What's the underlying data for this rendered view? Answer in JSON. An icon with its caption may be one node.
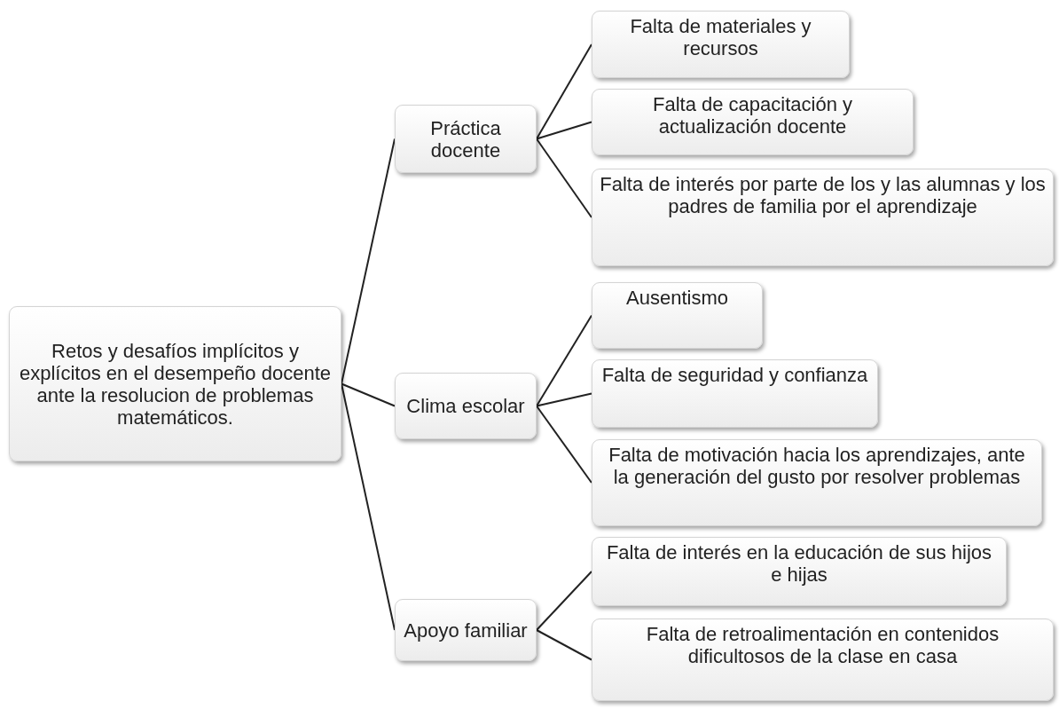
{
  "diagram": {
    "nodes": [
      {
        "text": [
          "Retos y desafíos implícitos y explícitos en el desempeño docente ante la resolucion de problemas matemáticos."
        ]
      },
      {
        "text": [
          "Práctica docente"
        ]
      },
      {
        "text": [
          "Falta de materiales y recursos"
        ]
      },
      {
        "text": [
          "Falta de capacitación y actualización docente"
        ]
      },
      {
        "text": [
          "Falta de interés por parte de los y las alumnas y los padres de familia por el aprendizaje"
        ]
      },
      {
        "text": [
          "Clima escolar"
        ]
      },
      {
        "text": [
          "Ausentismo"
        ]
      },
      {
        "text": [
          "Falta de seguridad y confianza"
        ]
      },
      {
        "text": [
          "Falta de motivación hacia los aprendizajes, ante la generación del gusto por resolver problemas"
        ]
      },
      {
        "text": [
          "Apoyo familiar"
        ]
      },
      {
        "text": [
          "Falta de interés en la educación de sus hijos e hijas"
        ]
      },
      {
        "text": [
          "Falta de retroalimentación en contenidos dificultosos de la clase en casa"
        ]
      }
    ],
    "edges": [
      {
        "from": 0,
        "to": 1,
        "arrow": "none"
      },
      {
        "from": 0,
        "to": 5,
        "arrow": "none"
      },
      {
        "from": 0,
        "to": 9,
        "arrow": "none"
      },
      {
        "from": 1,
        "to": 2,
        "arrow": "none"
      },
      {
        "from": 1,
        "to": 3,
        "arrow": "none"
      },
      {
        "from": 1,
        "to": 4,
        "arrow": "none"
      },
      {
        "from": 5,
        "to": 6,
        "arrow": "none"
      },
      {
        "from": 5,
        "to": 7,
        "arrow": "none"
      },
      {
        "from": 5,
        "to": 8,
        "arrow": "none"
      },
      {
        "from": 9,
        "to": 10,
        "arrow": "none"
      },
      {
        "from": 9,
        "to": 11,
        "arrow": "none"
      }
    ]
  }
}
